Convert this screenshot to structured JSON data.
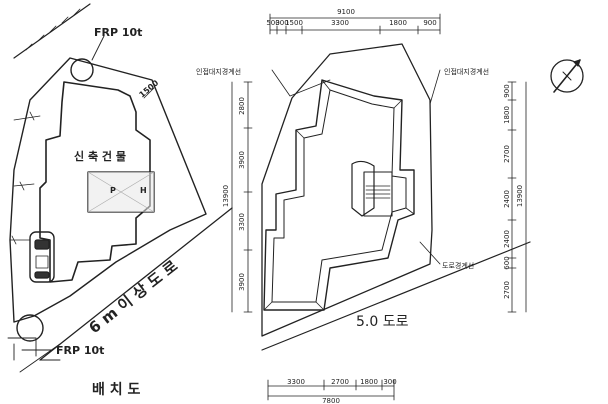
{
  "left_plan": {
    "frp_top": "FRP 10t",
    "frp_bottom": "FRP 10t",
    "building_label": "신 축 건 물",
    "stair_marks": [
      "P",
      "H"
    ],
    "dim_slope": "1500",
    "road_label": "6 m 이 상 도 로",
    "caption": "배 치 도"
  },
  "right_plan": {
    "top_total": "9100",
    "top_dims": [
      "500",
      "300",
      "1500",
      "3300",
      "1800",
      "900"
    ],
    "left_total": "13900",
    "left_dims": [
      "2800",
      "3900",
      "3300",
      "3900"
    ],
    "right_total": "13900",
    "right_dims": [
      "900",
      "1800",
      "2700",
      "2400",
      "2400",
      "600",
      "2700"
    ],
    "bottom_total": "7800",
    "bottom_dims": [
      "3300",
      "2700",
      "1800",
      "300"
    ],
    "boundary_left": "인접대지경계선",
    "boundary_right": "인접대지경계선",
    "road_boundary": "도로경계선",
    "road_width": "5.0 도로"
  },
  "north_icon": "north-arrow-icon"
}
